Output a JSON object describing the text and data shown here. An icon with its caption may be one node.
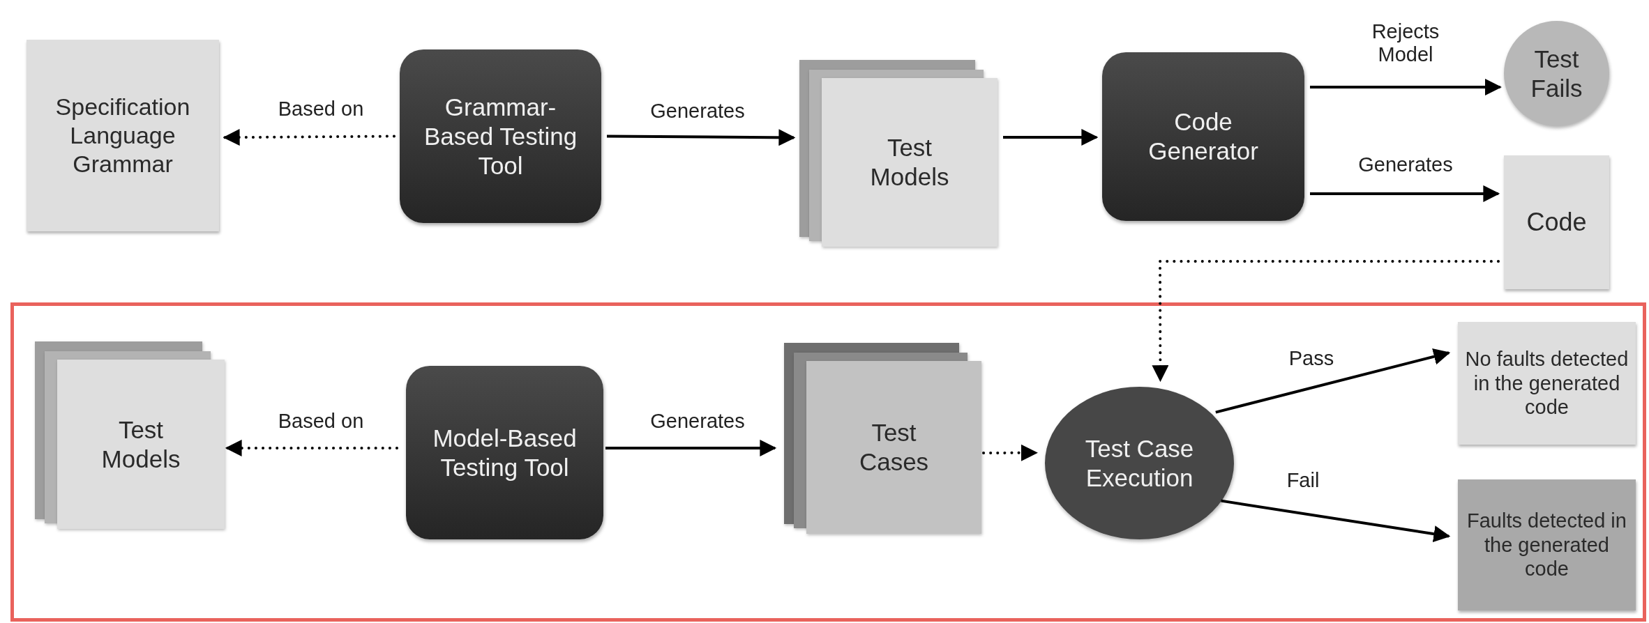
{
  "diagram": {
    "nodes": [
      {
        "text": [
          "Specification Language Grammar"
        ]
      },
      {
        "text": [
          "Grammar-Based Testing Tool"
        ]
      },
      {
        "text": [
          "Test Models"
        ]
      },
      {
        "text": [
          "Code Generator"
        ]
      },
      {
        "text": [
          "Test Fails"
        ]
      },
      {
        "text": [
          "Code"
        ]
      },
      {
        "text": [],
        "shape": "box"
      },
      {
        "text": [
          "Test Models"
        ],
        "in": 6
      },
      {
        "text": [
          "Model-Based Testing Tool"
        ],
        "in": 6
      },
      {
        "text": [
          "Test Cases"
        ],
        "in": 6
      },
      {
        "text": [
          "Test Case Execution"
        ],
        "in": 6
      },
      {
        "text": [
          "No faults detected in the generated code"
        ],
        "in": 6
      },
      {
        "text": [
          "Faults detected in the generated code"
        ],
        "in": 6
      }
    ],
    "edges": [
      {
        "from": 1,
        "to": 0,
        "arrow": "to",
        "label": "Based on",
        "style": "dashed"
      },
      {
        "from": 1,
        "to": 2,
        "arrow": "to",
        "label": "Generates"
      },
      {
        "from": 2,
        "to": 3,
        "arrow": "to"
      },
      {
        "from": 3,
        "to": 4,
        "arrow": "to",
        "label": "Rejects Model"
      },
      {
        "from": 3,
        "to": 5,
        "arrow": "to",
        "label": "Generates"
      },
      {
        "from": 5,
        "to": 10,
        "arrow": "to",
        "style": "dashed"
      },
      {
        "from": 8,
        "to": 7,
        "arrow": "to",
        "label": "Based on",
        "style": "dashed"
      },
      {
        "from": 8,
        "to": 9,
        "arrow": "to",
        "label": "Generates"
      },
      {
        "from": 9,
        "to": 10,
        "arrow": "to",
        "style": "dashed"
      },
      {
        "from": 10,
        "to": 11,
        "arrow": "to",
        "label": "Pass"
      },
      {
        "from": 10,
        "to": 12,
        "arrow": "to",
        "label": "Fail"
      }
    ]
  }
}
